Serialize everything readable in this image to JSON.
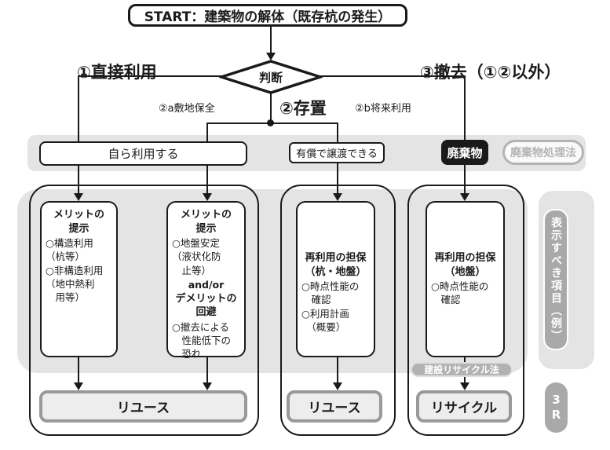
{
  "colors": {
    "line_black": "#1a1a1a",
    "panel_gray": "#e4e4e4",
    "pill_gray": "#a9a9a9",
    "outcome_fill": "#ededed",
    "outcome_border": "#999999"
  },
  "start": {
    "label": "START：建築物の解体（既存杭の発生）"
  },
  "decision": {
    "label": "判断"
  },
  "branches": {
    "direct_use": "①直接利用",
    "leave_in_place": "②存置",
    "site_preservation": "②a敷地保全",
    "future_use": "②b将来利用",
    "removal": "③撤去（①②以外）"
  },
  "band": {
    "self_use": "自ら利用する",
    "paid_transfer": "有償で譲渡できる",
    "waste": "廃棄物",
    "waste_law": "廃棄物処理法"
  },
  "detail_boxes": {
    "box1": {
      "title": "メリットの\n提示",
      "items": "○構造利用\n（杭等）\n○非構造利用\n（地中熱利\n　用等）"
    },
    "box2": {
      "title": "メリットの\n提示",
      "items1": "○地盤安定\n（液状化防\n　止等）",
      "connector": "and/or",
      "title2": "デメリットの\n回避",
      "items2": "○撤去による\n　性能低下の\n　恐れ"
    },
    "box3": {
      "title": "再利用の担保\n（杭・地盤）",
      "items": "○時点性能の\n　確認\n○利用計画\n　（概要）"
    },
    "box4": {
      "title": "再利用の担保\n（地盤）",
      "items": "○時点性能の\n　確認"
    }
  },
  "outcomes": {
    "reuse_left": "リユース",
    "reuse_middle": "リユース",
    "recycle": "リサイクル"
  },
  "pills": {
    "construction_recycle_law": "建設リサイクル法",
    "display_items": "表示すべき項目（例）",
    "three_r": "3R"
  }
}
